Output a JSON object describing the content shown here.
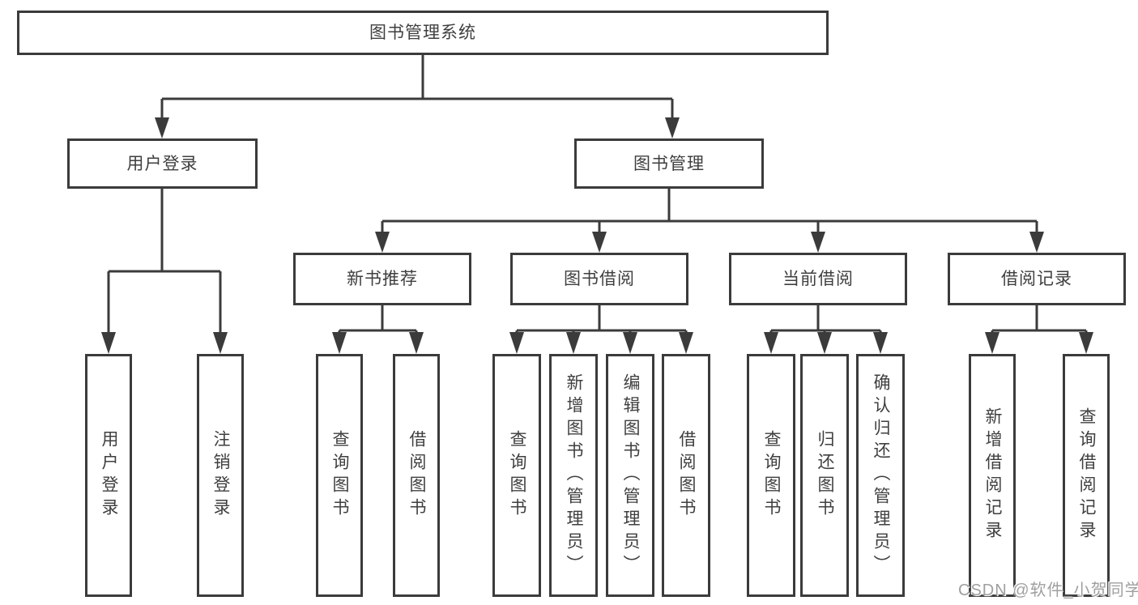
{
  "tree": {
    "root": {
      "label": "图书管理系统"
    },
    "branches": [
      {
        "label": "用户登录",
        "children": [
          {
            "label": "用户登录"
          },
          {
            "label": "注销登录"
          }
        ]
      },
      {
        "label": "图书管理",
        "groups": [
          {
            "label": "新书推荐",
            "children": [
              {
                "label": "查询图书"
              },
              {
                "label": "借阅图书"
              }
            ]
          },
          {
            "label": "图书借阅",
            "children": [
              {
                "label": "查询图书"
              },
              {
                "label": "新增图书（管理员）"
              },
              {
                "label": "编辑图书（管理员）"
              },
              {
                "label": "借阅图书"
              }
            ]
          },
          {
            "label": "当前借阅",
            "children": [
              {
                "label": "查询图书"
              },
              {
                "label": "归还图书"
              },
              {
                "label": "确认归还（管理员）"
              }
            ]
          },
          {
            "label": "借阅记录",
            "children": [
              {
                "label": "新增借阅记录"
              },
              {
                "label": "查询借阅记录"
              }
            ]
          }
        ]
      }
    ]
  },
  "watermark": {
    "text": "CSDN @软件_小贺同学"
  },
  "colors": {
    "line": "#3b3b3b",
    "text": "#3f3f3f",
    "watermark_text": "#9f9f9f",
    "background": "#ffffff"
  }
}
